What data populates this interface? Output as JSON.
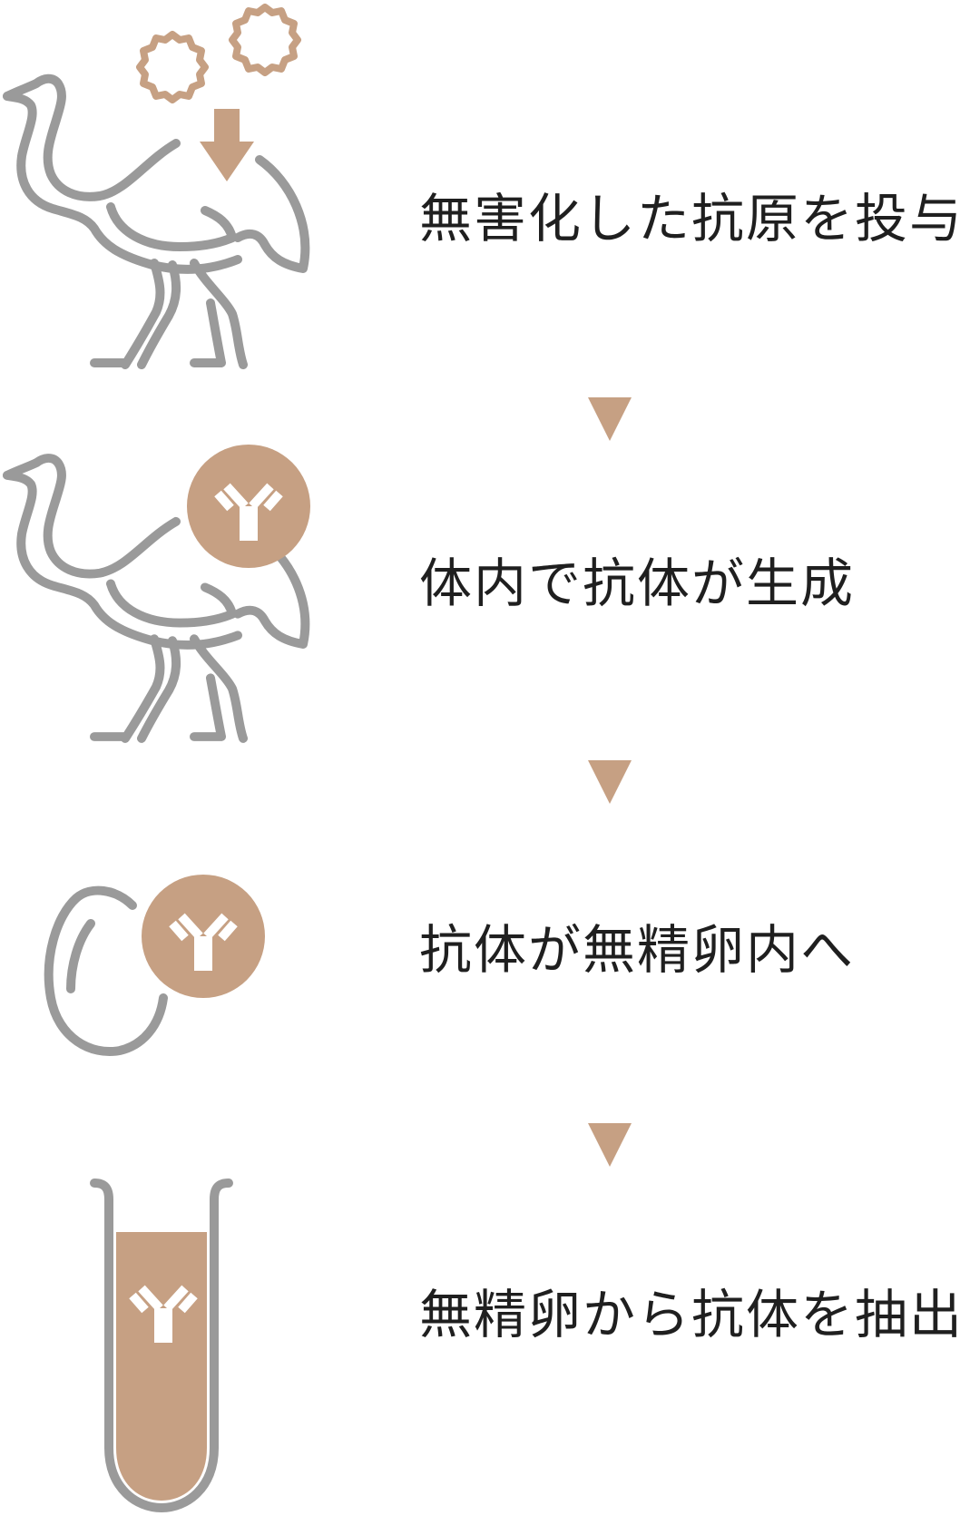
{
  "colors": {
    "accent": "#c6a083",
    "outline": "#9a9a9a",
    "text": "#1f1f1f",
    "background": "#ffffff"
  },
  "steps": [
    {
      "label": "無害化した抗原を投与",
      "icon": "ostrich-antigen-icon"
    },
    {
      "label": "体内で抗体が生成",
      "icon": "ostrich-antibody-icon"
    },
    {
      "label": "抗体が無精卵内へ",
      "icon": "egg-antibody-icon"
    },
    {
      "label": "無精卵から抗体を抽出",
      "icon": "test-tube-antibody-icon"
    }
  ],
  "connectors": [
    "down-triangle-icon",
    "down-triangle-icon",
    "down-triangle-icon"
  ]
}
